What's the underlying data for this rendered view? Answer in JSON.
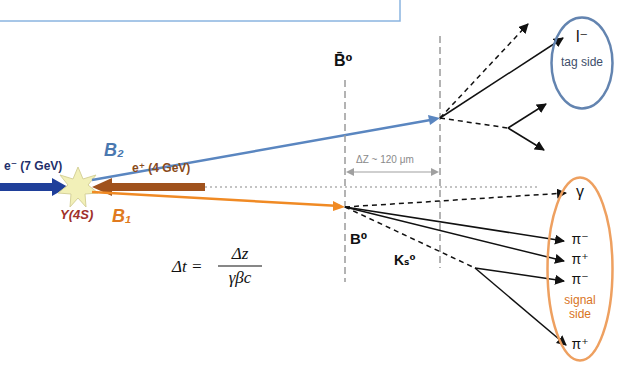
{
  "diagram": {
    "nodes": [
      {
        "text": [
          "l⁻",
          "tag side"
        ]
      },
      {
        "text": [
          "γ",
          "π⁻",
          "π⁺",
          "π⁻",
          "signal side",
          "π⁺"
        ]
      }
    ],
    "labels": [
      "e⁻ (7 GeV)",
      "e⁺ (4 GeV)",
      "Υ(4S)",
      "B₂",
      "B₁",
      "B̄⁰",
      "B⁰",
      "ΔZ ~ 120 μm",
      "Kₛ⁰",
      "Δt =",
      "Δz",
      "γβc"
    ]
  }
}
